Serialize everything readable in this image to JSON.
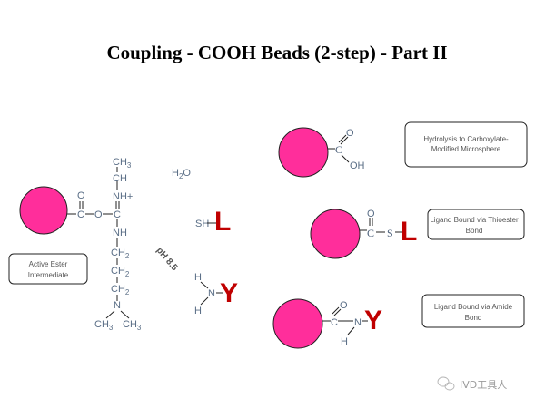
{
  "title": "Coupling  - COOH Beads (2-step) - Part II",
  "colors": {
    "bead": "#ff2e9b",
    "ligand": "#c00000",
    "chem_text": "#5a6e86"
  },
  "left_intermediate": {
    "bead_label": "bead",
    "ester": {
      "carbonyl_O": "O",
      "carbonyl_C": "C",
      "ester_O": "O",
      "central_C": "C"
    },
    "chain_up": [
      "NH+",
      "CH",
      "CH3"
    ],
    "chain_down": [
      "NH",
      "CH2",
      "CH2",
      "CH2",
      "N"
    ],
    "terminal_methyls": [
      "CH3",
      "CH3"
    ],
    "box_label_line1": "Active Ester",
    "box_label_line2": "Intermediate"
  },
  "reagents": {
    "water": "H2O",
    "thiol_group": "SH",
    "thiol_ligand": "L",
    "amine_H_top": "H",
    "amine_N": "N",
    "amine_H_bottom": "H",
    "amine_ligand": "Y",
    "condition": "pH 8.5"
  },
  "products": [
    {
      "groups": {
        "C": "C",
        "O": "O",
        "OH": "OH"
      },
      "label_line1": "Hydrolysis to Carboxylate-",
      "label_line2": "Modified  Microsphere"
    },
    {
      "groups": {
        "C": "C",
        "O": "O",
        "S": "S",
        "ligand": "L"
      },
      "label_line1": "Ligand Bound  via Thioester",
      "label_line2": "Bond"
    },
    {
      "groups": {
        "C": "C",
        "O": "O",
        "N": "N",
        "H": "H",
        "ligand": "Y"
      },
      "label_line1": "Ligand Bound  via Amide",
      "label_line2": "Bond"
    }
  ],
  "watermark": {
    "icon": "wechat-icon",
    "text": "IVD工具人"
  }
}
